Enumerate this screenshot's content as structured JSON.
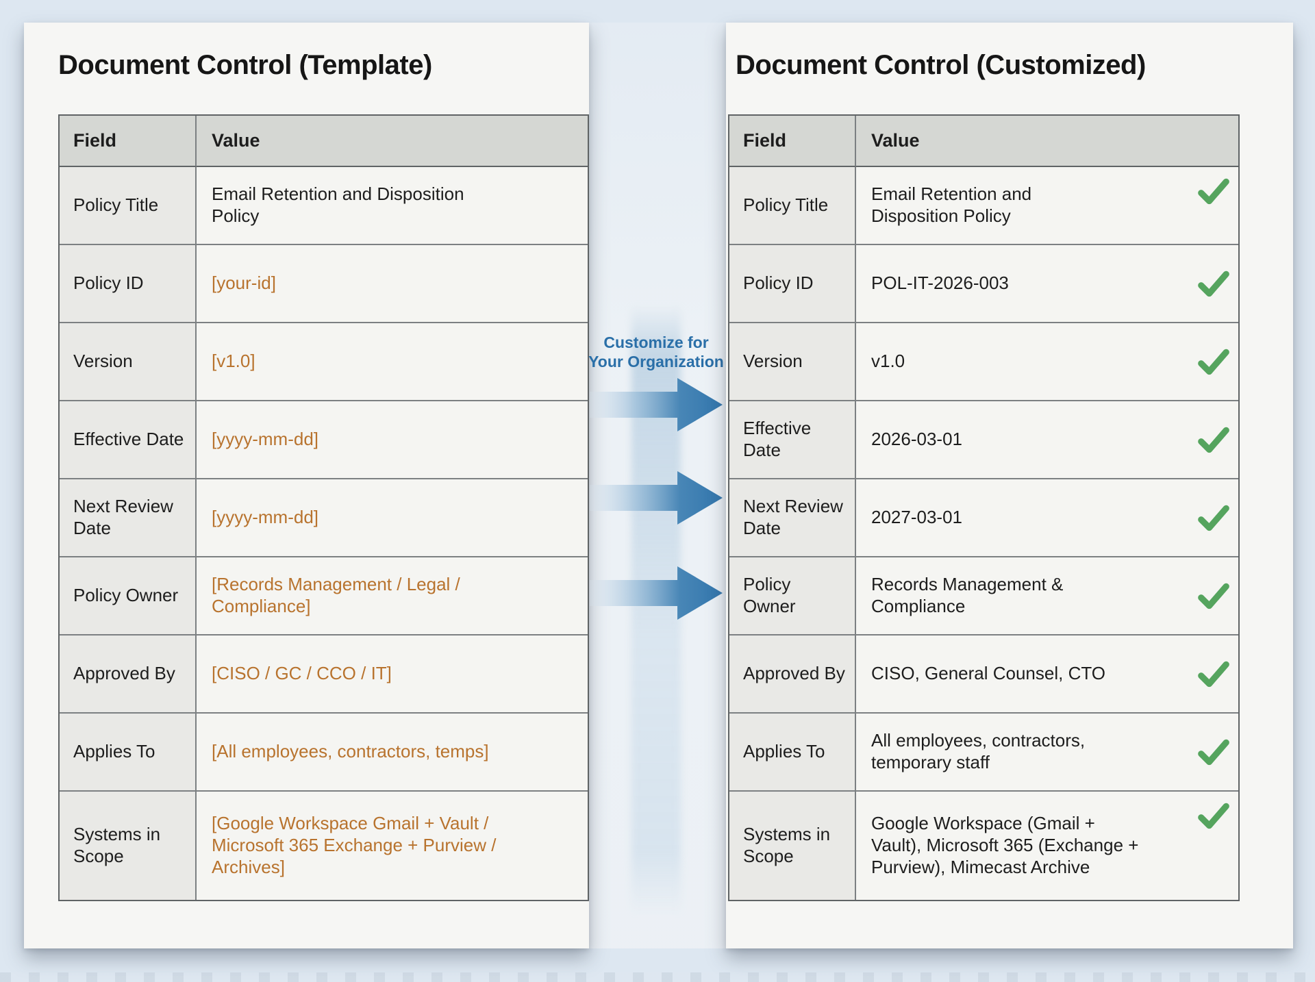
{
  "colors": {
    "background": "#dde7f1",
    "page": "#f6f6f4",
    "table_header_bg": "#d5d7d3",
    "field_cell_bg": "#e9e9e6",
    "value_cell_bg": "#f5f5f2",
    "border_outer": "#5f6365",
    "border_inner": "#7c8082",
    "placeholder_orange": "#b8732e",
    "arrow_blue": "#3276ad",
    "label_blue": "#2a6fa8",
    "check_green": "#55a45e",
    "title_text": "#161616",
    "cell_text": "#1d1d1d"
  },
  "left_panel": {
    "title": "Document Control (Template)",
    "columns": {
      "field": "Field",
      "value": "Value"
    },
    "rows": [
      {
        "field": "Policy Title",
        "value": "Email Retention and Disposition Policy",
        "placeholder": false
      },
      {
        "field": "Policy ID",
        "value": "[your-id]",
        "placeholder": true
      },
      {
        "field": "Version",
        "value": "[v1.0]",
        "placeholder": true
      },
      {
        "field": "Effective Date",
        "value": "[yyyy-mm-dd]",
        "placeholder": true
      },
      {
        "field": "Next Review Date",
        "value": "[yyyy-mm-dd]",
        "placeholder": true
      },
      {
        "field": "Policy Owner",
        "value": "[Records Management / Legal / Compliance]",
        "placeholder": true
      },
      {
        "field": "Approved By",
        "value": "[CISO / GC / CCO / IT]",
        "placeholder": true
      },
      {
        "field": "Applies To",
        "value": "[All employees, contractors, temps]",
        "placeholder": true
      },
      {
        "field": "Systems in Scope",
        "value": "[Google Workspace Gmail + Vault / Microsoft 365 Exchange + Purview / Archives]",
        "placeholder": true
      }
    ]
  },
  "connector": {
    "label_line1": "Customize for",
    "label_line2": "Your Organization",
    "arrow_icon": "right-arrow",
    "arrow_count": 3
  },
  "right_panel": {
    "title": "Document Control (Customized)",
    "columns": {
      "field": "Field",
      "value": "Value"
    },
    "check_icon": "checkmark",
    "rows": [
      {
        "field": "Policy Title",
        "value": "Email Retention and Disposition Policy",
        "checked": true
      },
      {
        "field": "Policy ID",
        "value": "POL-IT-2026-003",
        "checked": true
      },
      {
        "field": "Version",
        "value": "v1.0",
        "checked": true
      },
      {
        "field": "Effective Date",
        "value": "2026-03-01",
        "checked": true
      },
      {
        "field": "Next Review Date",
        "value": "2027-03-01",
        "checked": true
      },
      {
        "field": "Policy Owner",
        "value": "Records Management & Compliance",
        "checked": true
      },
      {
        "field": "Approved By",
        "value": "CISO, General Counsel, CTO",
        "checked": true
      },
      {
        "field": "Applies To",
        "value": "All employees, contractors, temporary staff",
        "checked": true
      },
      {
        "field": "Systems in Scope",
        "value": "Google Workspace (Gmail + Vault), Microsoft 365 (Exchange + Purview), Mimecast Archive",
        "checked": true
      }
    ]
  }
}
